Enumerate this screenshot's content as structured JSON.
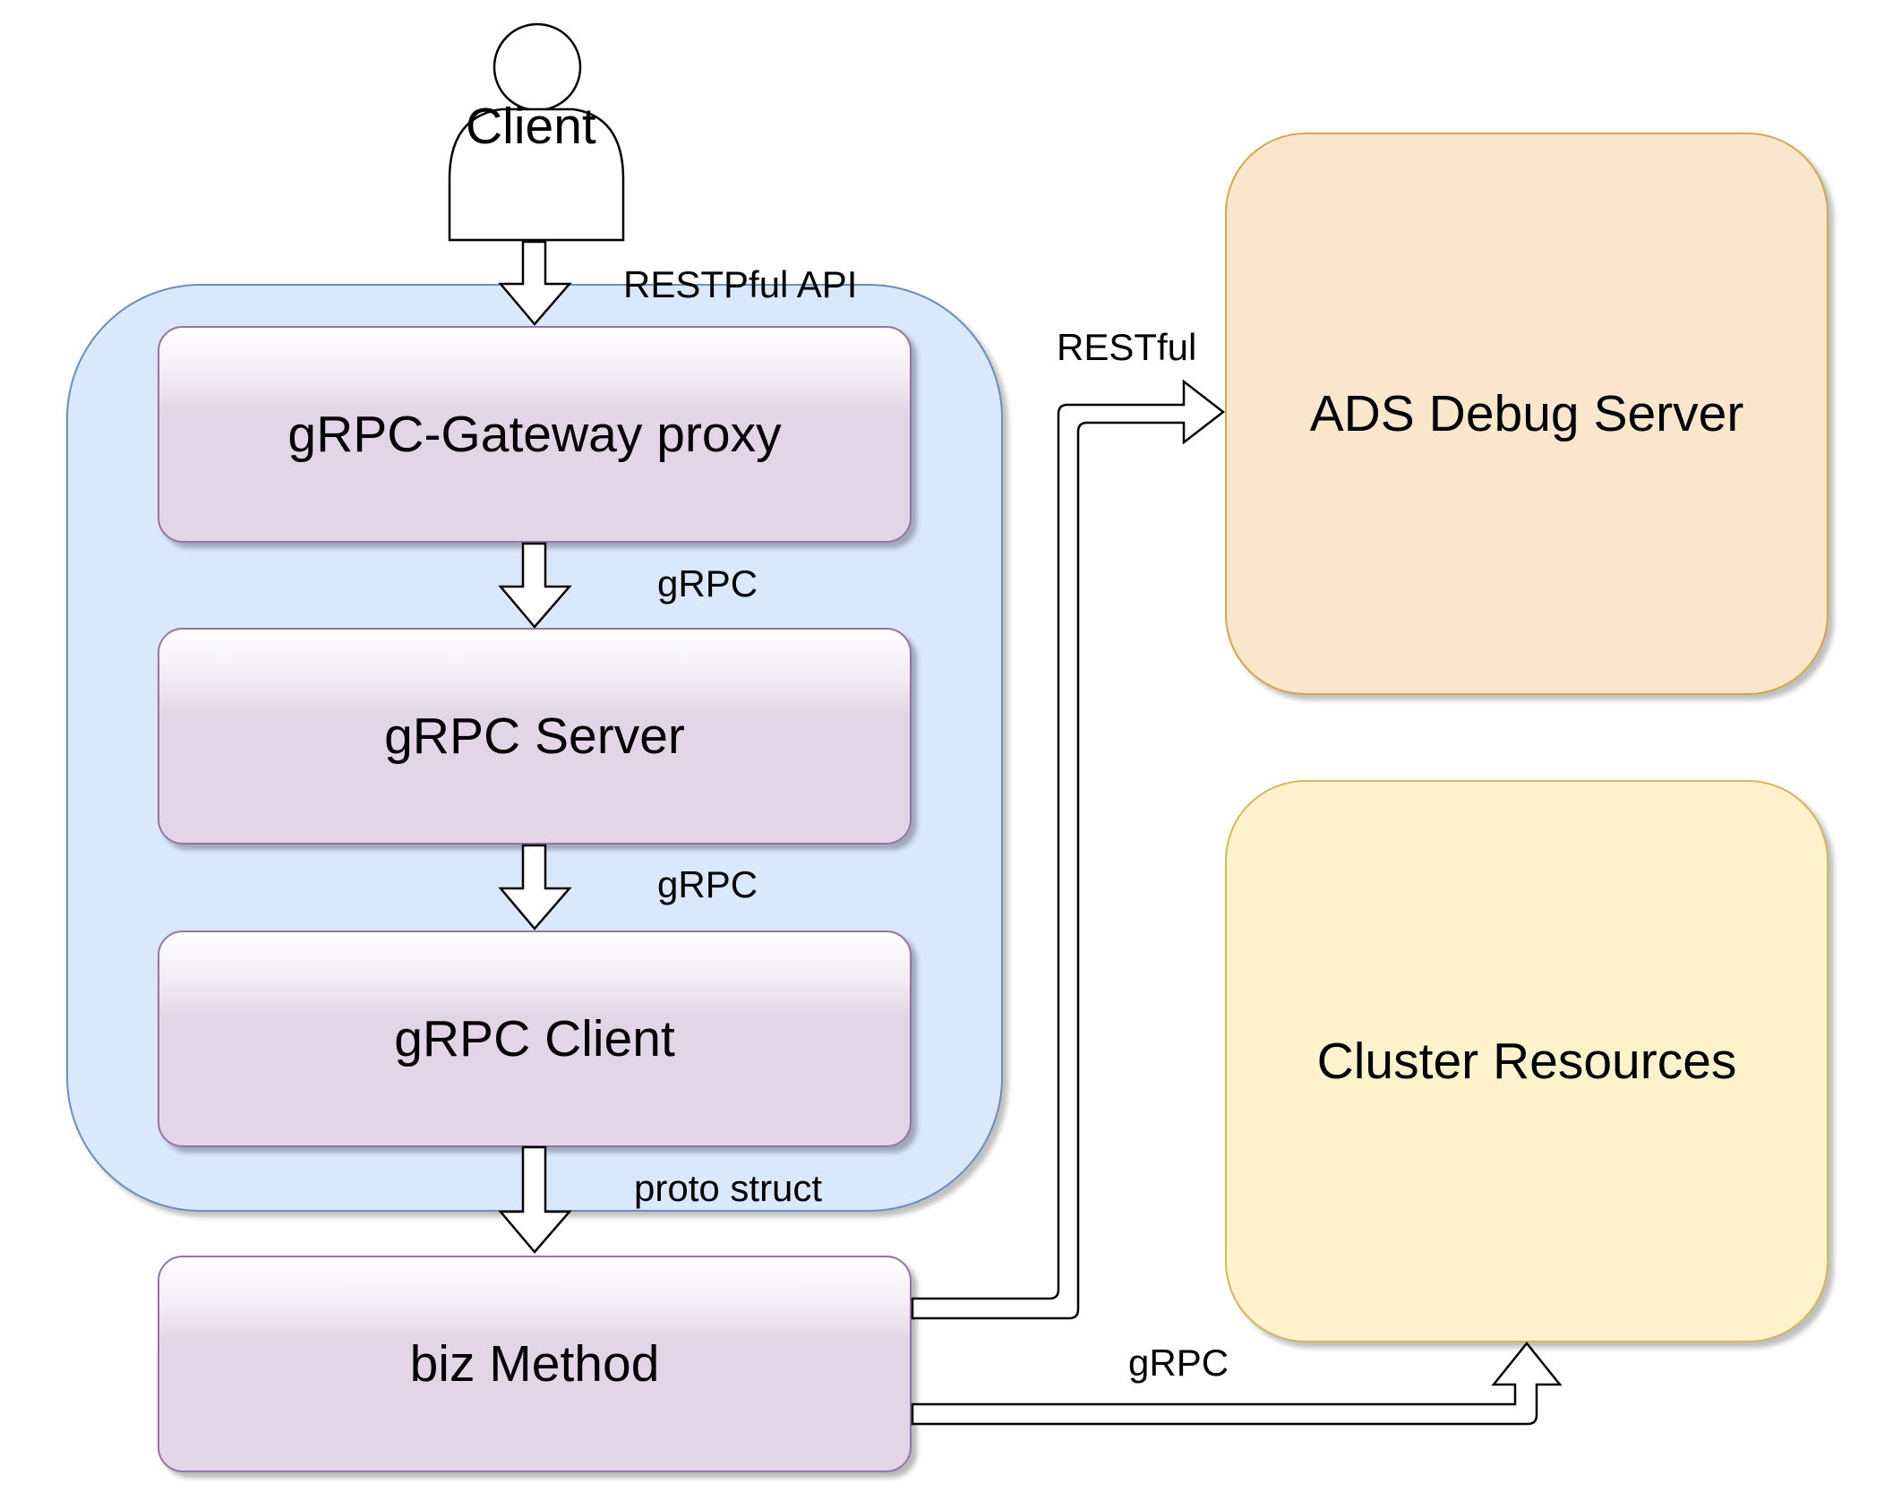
{
  "actor": {
    "label": "Client"
  },
  "container": {
    "label": ""
  },
  "nodes": {
    "gateway": "gRPC-Gateway proxy",
    "grpc_server": "gRPC Server",
    "grpc_client": "gRPC Client",
    "biz_method": "biz Method",
    "ads_debug_server": "ADS Debug Server",
    "cluster_resources": "Cluster Resources"
  },
  "edges": {
    "client_to_gateway": "RESTPful API",
    "gateway_to_server": "gRPC",
    "server_to_client": "gRPC",
    "client_to_biz": "proto struct",
    "biz_to_ads": "RESTful",
    "biz_to_cluster": "gRPC"
  },
  "colors": {
    "container_fill": "#dae8fc",
    "container_stroke": "#6c8ebf",
    "glass_fill": "#e1d5e7",
    "glass_stroke": "#9673a6",
    "ads_fill": "#fae6cc",
    "ads_stroke": "#d7a64b",
    "cluster_fill": "#fdf2cc",
    "cluster_stroke": "#d6b656"
  }
}
